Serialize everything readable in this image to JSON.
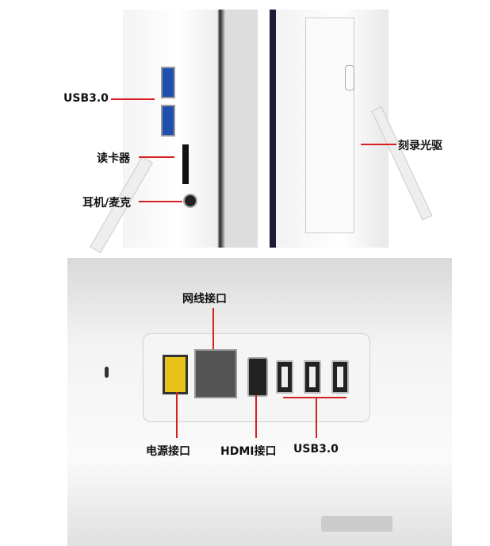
{
  "labels": {
    "side_usb": "USB3.0",
    "card_reader": "读卡器",
    "headphone_mic": "耳机/麦克",
    "optical_drive": "刻录光驱",
    "ethernet": "网线接口",
    "power": "电源接口",
    "hdmi": "HDMI接口",
    "rear_usb": "USB3.0"
  },
  "colors": {
    "callout_line": "#d8201f",
    "power_port": "#e6c21a"
  }
}
